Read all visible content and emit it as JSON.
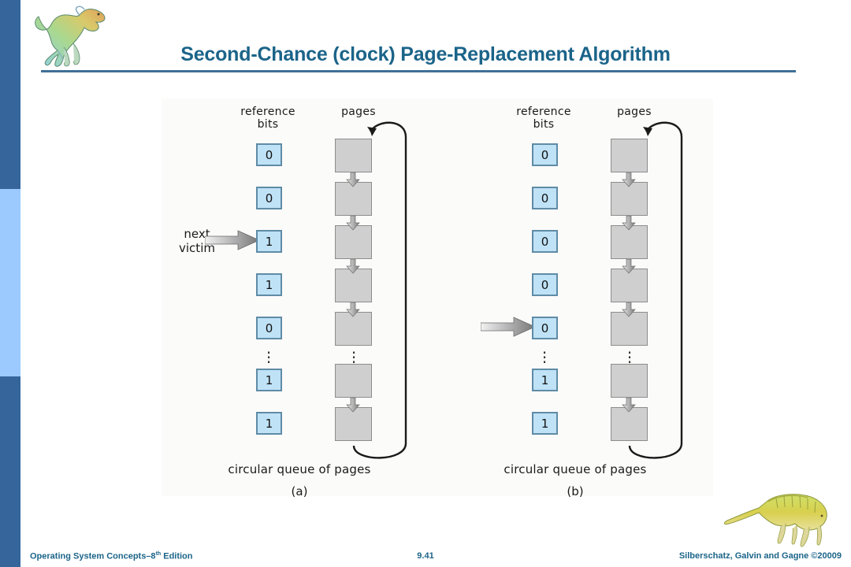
{
  "slide": {
    "title": "Second-Chance (clock) Page-Replacement Algorithm",
    "accent_color": "#1b6489",
    "rule_color": "#3f6f96",
    "sidebar": {
      "top_color": "#35659b",
      "mid_color": "#9cc9fe",
      "bottom_color": "#35659b"
    }
  },
  "figure": {
    "background": "#fbfbfa",
    "refbit_fill": "#bfe2f6",
    "refbit_border": "#5f8ba6",
    "pagebox_fill": "#cfcfcf",
    "pagebox_border": "#8d8d8d",
    "arrow_color": "#7d7d7d",
    "panels": [
      {
        "id": "a",
        "letter": "(a)",
        "header_reference_bits_line1": "reference",
        "header_reference_bits_line2": "bits",
        "header_pages": "pages",
        "caption": "circular queue of pages",
        "next_victim_line1": "next",
        "next_victim_line2": "victim",
        "next_victim_visible": true,
        "next_victim_index": 2,
        "reference_bits": [
          "0",
          "0",
          "1",
          "1",
          "0",
          "1",
          "1"
        ],
        "page_count": 7,
        "dots_after_index": 4,
        "dots_glyph": "·"
      },
      {
        "id": "b",
        "letter": "(b)",
        "header_reference_bits_line1": "reference",
        "header_reference_bits_line2": "bits",
        "header_pages": "pages",
        "caption": "circular queue of pages",
        "next_victim_line1": "",
        "next_victim_line2": "",
        "next_victim_visible": false,
        "next_victim_index": 4,
        "reference_bits": [
          "0",
          "0",
          "0",
          "0",
          "0",
          "1",
          "1"
        ],
        "page_count": 7,
        "dots_after_index": 4,
        "dots_glyph": "·"
      }
    ]
  },
  "footer": {
    "left_text_before_sup": "Operating System Concepts–8",
    "left_sup": "th",
    "left_text_after_sup": " Edition",
    "page_number": "9.41",
    "right_text": "Silberschatz, Galvin and Gagne ©20009"
  }
}
